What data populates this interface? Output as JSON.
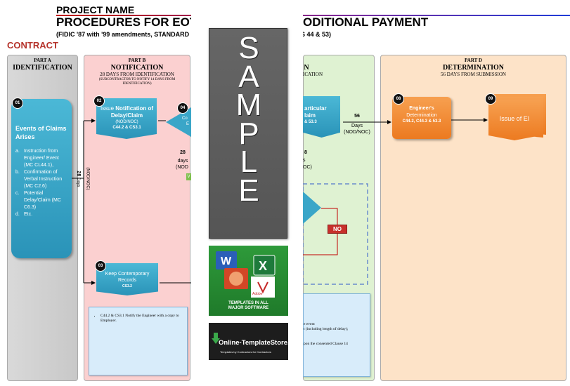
{
  "header": {
    "project_name": "PROJECT NAME",
    "title_left": "PROCEDURES FOR EOT AN",
    "title_right": "ODITIONAL PAYMENT",
    "subtitle_left": "(FIDIC '87 with '99 amendments, STANDARD",
    "subtitle_right": "S 44 & 53)",
    "section": "CONTRACT"
  },
  "columns": {
    "a": {
      "part": "PART A",
      "name": "IDENTIFICATION"
    },
    "b": {
      "part": "PART B",
      "name": "NOTIFICATION",
      "days": "28 DAYS FROM IDENTIFICATION",
      "note": "(SUBCONTRACTOR TO NOTIFY 14 DAYS FROM IDENTIFICATION)"
    },
    "c": {
      "name_fragment": "N",
      "days_fragment": "ICATION"
    },
    "d": {
      "part": "PART D",
      "name": "DETERMINATION",
      "days": "56 DAYS FROM SUBMISSION"
    }
  },
  "steps": {
    "s01": {
      "badge": "01",
      "heading": "Events of Claims Arises",
      "items": [
        {
          "label": "a.",
          "text": "Instruction from Engineer/ Event (MC CL44.1),"
        },
        {
          "label": "b.",
          "text": "Confirmation of Verbal Instruction (MC C2.6)"
        },
        {
          "label": "c.",
          "text": "Potential Delay/Claim (MC C6.3)"
        },
        {
          "label": "d.",
          "text": "Etc."
        }
      ]
    },
    "s02": {
      "badge": "02",
      "title_prefix": "Issue ",
      "title_bold": "Notification of Delay/Claim",
      "sub": "(NOD/NOC)",
      "clause": "C44.2 & CS3.1"
    },
    "s03": {
      "badge": "03",
      "title": "Keep Contemporary Records",
      "clause": "CS3.2"
    },
    "s04": {
      "badge": "04",
      "text_l1": "Co",
      "text_l2": "E"
    },
    "c1": {
      "title_l1": "articular",
      "title_l2": "laim",
      "clause": "& 53.3"
    },
    "s08": {
      "badge": "08",
      "title": "Engineer's",
      "subtitle": "Determination",
      "clause": "C44.2, C44.3 & 53.3"
    },
    "s09": {
      "badge": "09",
      "title": "Issue of EI"
    }
  },
  "labels": {
    "days28_num": "28",
    "days28_unit": "Days",
    "days28_type": "(NOD/NOC)",
    "b28_num": "28",
    "b28_unit": "days",
    "b28_type": "(NOD",
    "c28_num": "8",
    "c28_unit": "s",
    "c28_type": "OC)",
    "d56_num": "56",
    "d56_unit": "Days",
    "d56_type": "(NOD/NOC)",
    "no": "NO",
    "small_v": "V"
  },
  "notes": {
    "b_items": [
      "C44.2 & CS3.1 Notify the Engineer with a copy to Employer."
    ],
    "c_lines": [
      "e event",
      "t (including length of delay);",
      "",
      "",
      "pon the consented Clause 14"
    ]
  },
  "overlay": {
    "sample_letters": [
      "S",
      "A",
      "M",
      "P",
      "L",
      "E"
    ],
    "templates_caption_l1": "TEMPLATES IN ALL",
    "templates_caption_l2": "MAJOR SOFTWARE",
    "adobe": "Adobe",
    "store_name": "Online-TemplateStore.com",
    "store_sub": "Templates by Contractors for Contractors"
  },
  "colors": {
    "teal": "#3aa6c8",
    "orange": "#f08a30",
    "contract_red": "#b5322a",
    "col_b_bg": "#fbd0d0",
    "col_c_bg": "#dff2d2",
    "col_d_bg": "#fde3c8",
    "no_red": "#c7302b"
  }
}
